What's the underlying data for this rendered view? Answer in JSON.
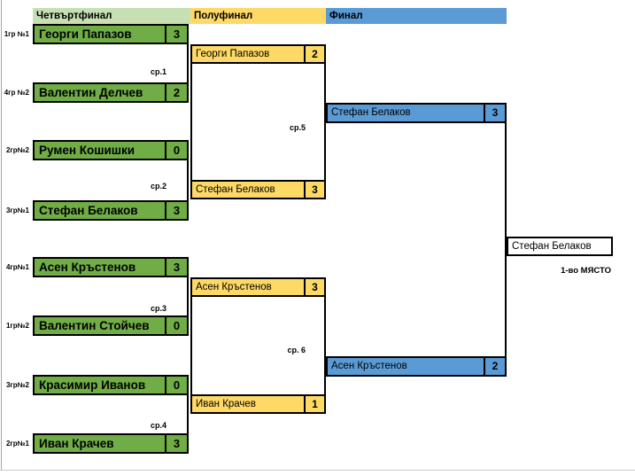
{
  "colors": {
    "quarterfinal_header": "#c6e0b4",
    "quarterfinal_box": "#70ad47",
    "semifinal_header": "#ffd966",
    "semifinal_box": "#ffd966",
    "final_header": "#5b9bd5",
    "final_box": "#5b9bd5",
    "winner_box": "#ffffff",
    "border": "#000000"
  },
  "headers": [
    {
      "label": "Четвъртфинал"
    },
    {
      "label": "Полуфинал"
    },
    {
      "label": "Финал"
    }
  ],
  "quarterfinals": [
    {
      "seed": "1гр №1",
      "name": "Георги Папазов",
      "score": "3"
    },
    {
      "seed": "4гр №2",
      "name": "Валентин Делчев",
      "score": "2"
    },
    {
      "seed": "2гр№2",
      "name": "Румен Кошишки",
      "score": "0"
    },
    {
      "seed": "3гр№1",
      "name": "Стефан Белаков",
      "score": "3"
    },
    {
      "seed": "4гр№1",
      "name": "Асен Кръстенов",
      "score": "3"
    },
    {
      "seed": "1гр№2",
      "name": "Валентин Стойчев",
      "score": "0"
    },
    {
      "seed": "3гр№2",
      "name": "Красимир Иванов",
      "score": "0"
    },
    {
      "seed": "2гр№1",
      "name": "Иван Крачев",
      "score": "3"
    }
  ],
  "qf_match_labels": [
    "ср.1",
    "ср.2",
    "ср.3",
    "ср.4"
  ],
  "semifinals": [
    {
      "name": "Георги Папазов",
      "score": "2"
    },
    {
      "name": "Стефан Белаков",
      "score": "3"
    },
    {
      "name": "Асен Кръстенов",
      "score": "3"
    },
    {
      "name": "Иван Крачев",
      "score": "1"
    }
  ],
  "sf_match_labels": [
    "ср.5",
    "ср. 6"
  ],
  "finals": [
    {
      "name": "Стефан Белаков",
      "score": "3"
    },
    {
      "name": "Асен Кръстенов",
      "score": "2"
    }
  ],
  "winner": {
    "name": "Стефан Белаков",
    "caption": "1-во МЯСТО"
  }
}
